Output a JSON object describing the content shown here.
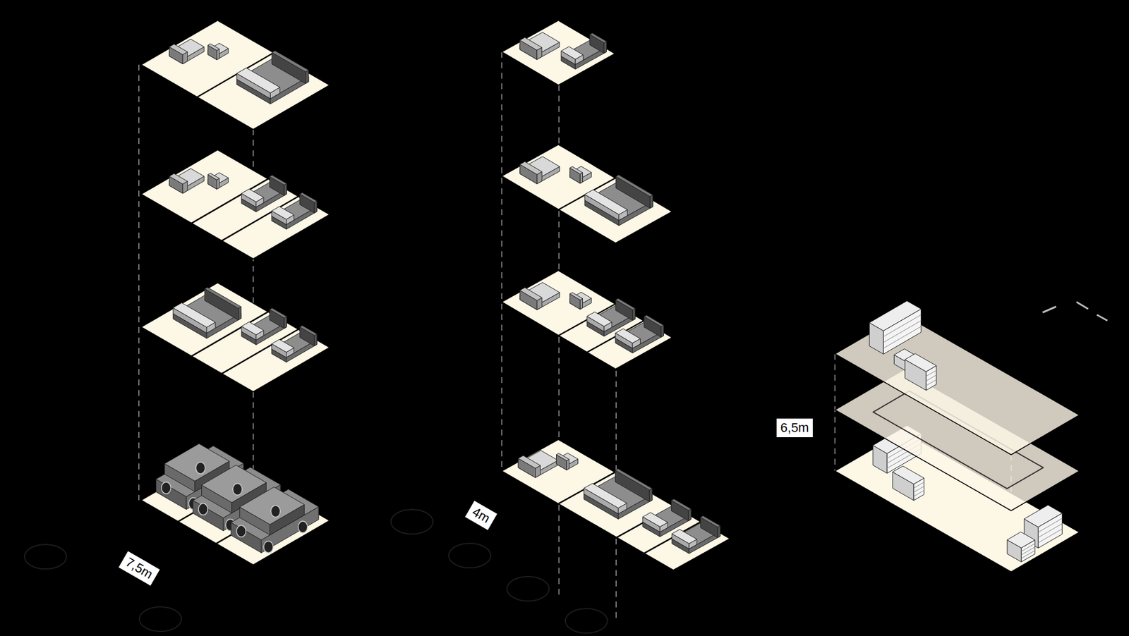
{
  "diagram": {
    "nodes": [
      {
        "text": [
          "7,5m"
        ]
      },
      {
        "text": [
          "4m"
        ]
      },
      {
        "text": [
          "6,5m"
        ]
      }
    ]
  }
}
